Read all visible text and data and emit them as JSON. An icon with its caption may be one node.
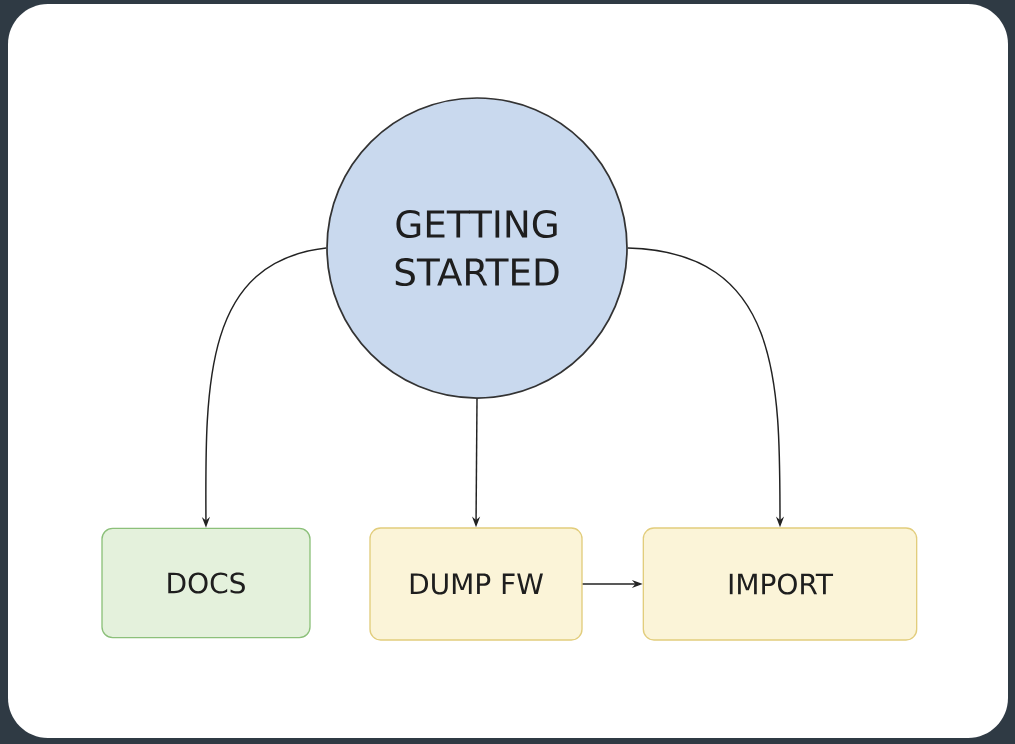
{
  "diagram": {
    "nodes": [
      {
        "text": [
          "GETTING STARTED"
        ]
      },
      {
        "text": [
          "DOCS"
        ]
      },
      {
        "text": [
          "DUMP FW"
        ]
      },
      {
        "text": [
          "IMPORT"
        ]
      }
    ],
    "edges": [
      {
        "from": 0,
        "to": 1,
        "arrow": "to"
      },
      {
        "from": 0,
        "to": 2,
        "arrow": "to"
      },
      {
        "from": 0,
        "to": 3,
        "arrow": "to"
      },
      {
        "from": 2,
        "to": 3,
        "arrow": "to"
      }
    ]
  }
}
